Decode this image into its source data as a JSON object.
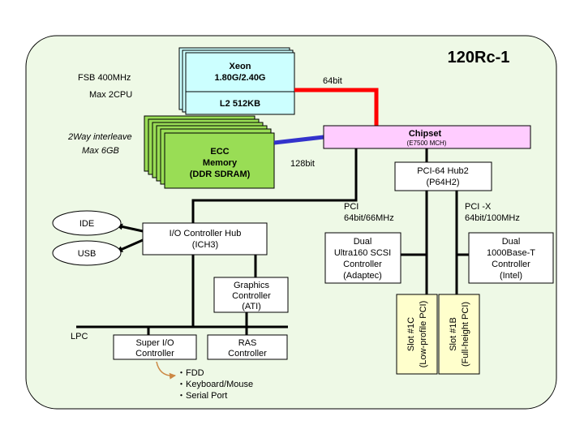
{
  "title": "120Rc-1",
  "cpu": {
    "name": "Xeon",
    "speed": "1.80G/2.40G",
    "cache": "L2 512KB",
    "fsb": "FSB 400MHz",
    "max_cpu": "Max 2CPU"
  },
  "memory": {
    "line1": "ECC",
    "line2": "Memory",
    "line3": "(DDR SDRAM)",
    "interleave": "2Way interleave",
    "max": "Max 6GB"
  },
  "chipset": {
    "name": "Chipset",
    "model": "(E7500 MCH)"
  },
  "links": {
    "cpu_bus": "64bit",
    "mem_bus": "128bit"
  },
  "p64h2": {
    "line1": "PCI-64 Hub2",
    "line2": "(P64H2)"
  },
  "pci": {
    "line1": "PCI",
    "line2": "64bit/66MHz"
  },
  "pcix": {
    "line1": "PCI -X",
    "line2": "64bit/100MHz"
  },
  "ich": {
    "line1": "I/O Controller Hub",
    "line2": "(ICH3)"
  },
  "ide": "IDE",
  "usb": "USB",
  "graphics": {
    "line1": "Graphics",
    "line2": "Controller",
    "line3": "(ATI)"
  },
  "scsi": {
    "line1": "Dual",
    "line2": "Ultra160 SCSI",
    "line3": "Controller",
    "line4": "(Adaptec)"
  },
  "lan": {
    "line1": "Dual",
    "line2": "1000Base-T",
    "line3": "Controller",
    "line4": "(Intel)"
  },
  "slot1c": {
    "line1": "Slot #1C",
    "line2": "(Low-profile PCI)"
  },
  "slot1b": {
    "line1": "Slot #1B",
    "line2": "(Full-height PCI)"
  },
  "lpc": "LPC",
  "superio": {
    "line1": "Super I/O",
    "line2": "Controller"
  },
  "ras": {
    "line1": "RAS",
    "line2": "Controller"
  },
  "superio_items": [
    "・FDD",
    "・Keyboard/Mouse",
    "・Serial Port"
  ],
  "colors": {
    "panel_bg": "#eef9e6",
    "cpu_fill": "#ccffff",
    "memory_fill": "#99dd55",
    "chipset_fill": "#ffccff",
    "slot_fill": "#ffffcc",
    "cpu_link": "#ff0000",
    "memory_link": "#3333cc",
    "arrow": "#cc8844"
  }
}
